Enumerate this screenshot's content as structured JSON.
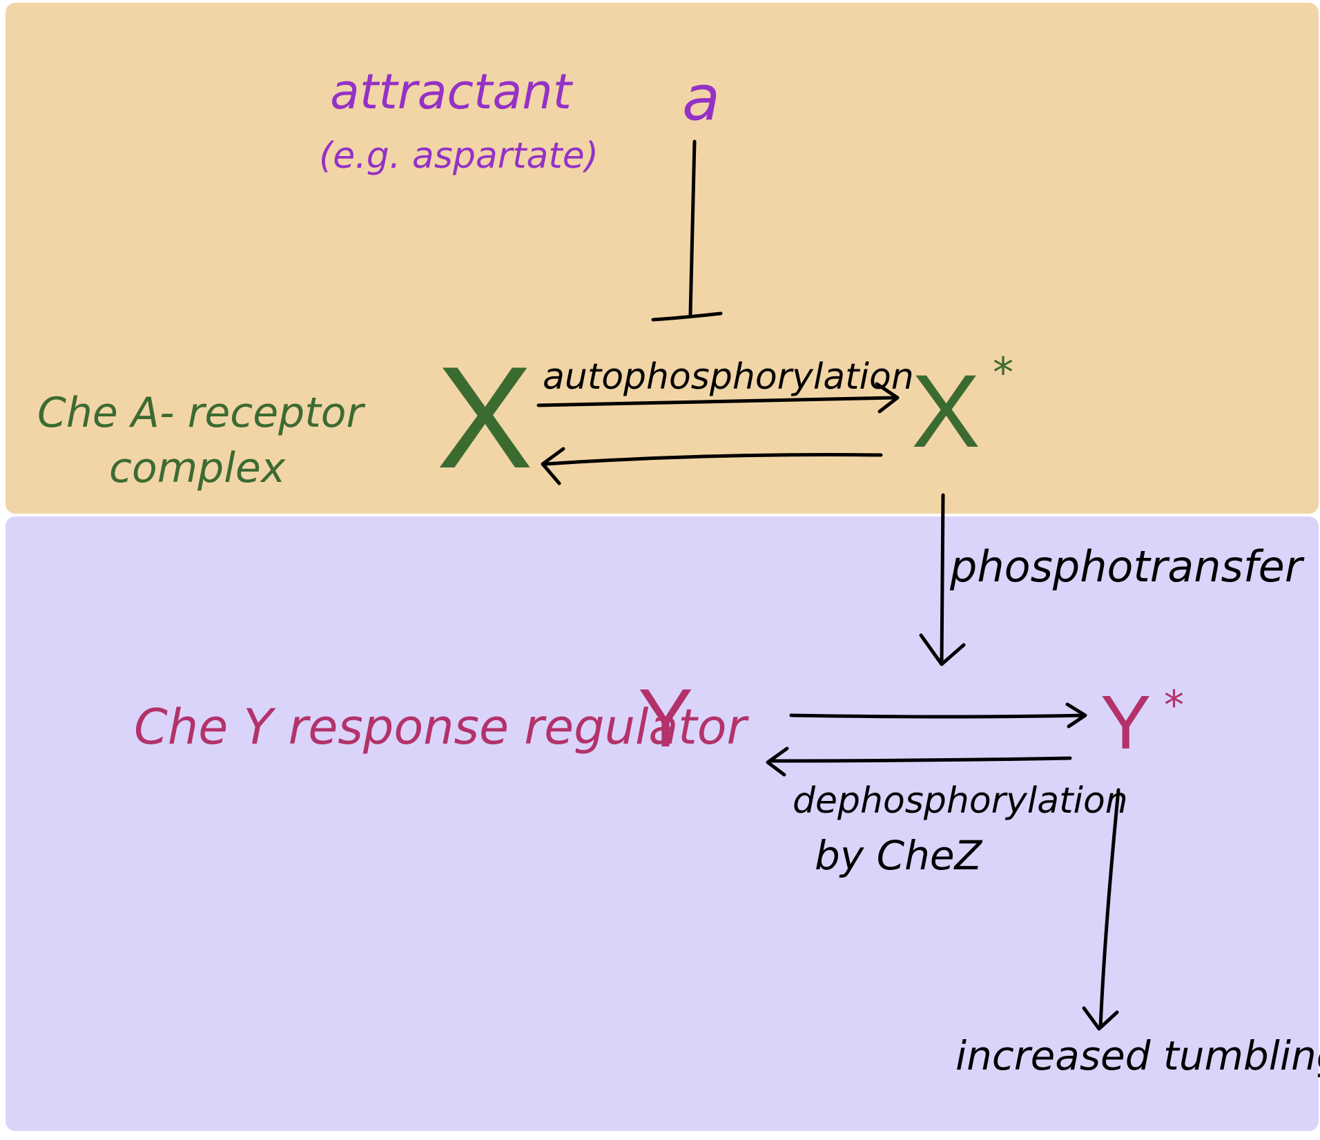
{
  "colors": {
    "top_panel": "#f2d5a6",
    "bottom_panel": "#dad4fb",
    "purple": "#9431c6",
    "green": "#3c6b32",
    "magenta": "#b3326a",
    "black": "#000000"
  },
  "labels": {
    "attractant": "attractant",
    "attractant_example": "(e.g. aspartate)",
    "a": "a",
    "chea_line1": "Che A- receptor",
    "chea_line2": "complex",
    "x": "X",
    "x_star": "X",
    "star": "*",
    "autophosphorylation": "autophosphorylation",
    "phosphotransfer": "phosphotransfer",
    "chey": "Che Y response regulator",
    "y": "Y",
    "y_star": "Y",
    "dephosphorylation": "dephosphorylation",
    "by_chez": "by CheZ",
    "increased_tumbling": "increased tumbling"
  }
}
